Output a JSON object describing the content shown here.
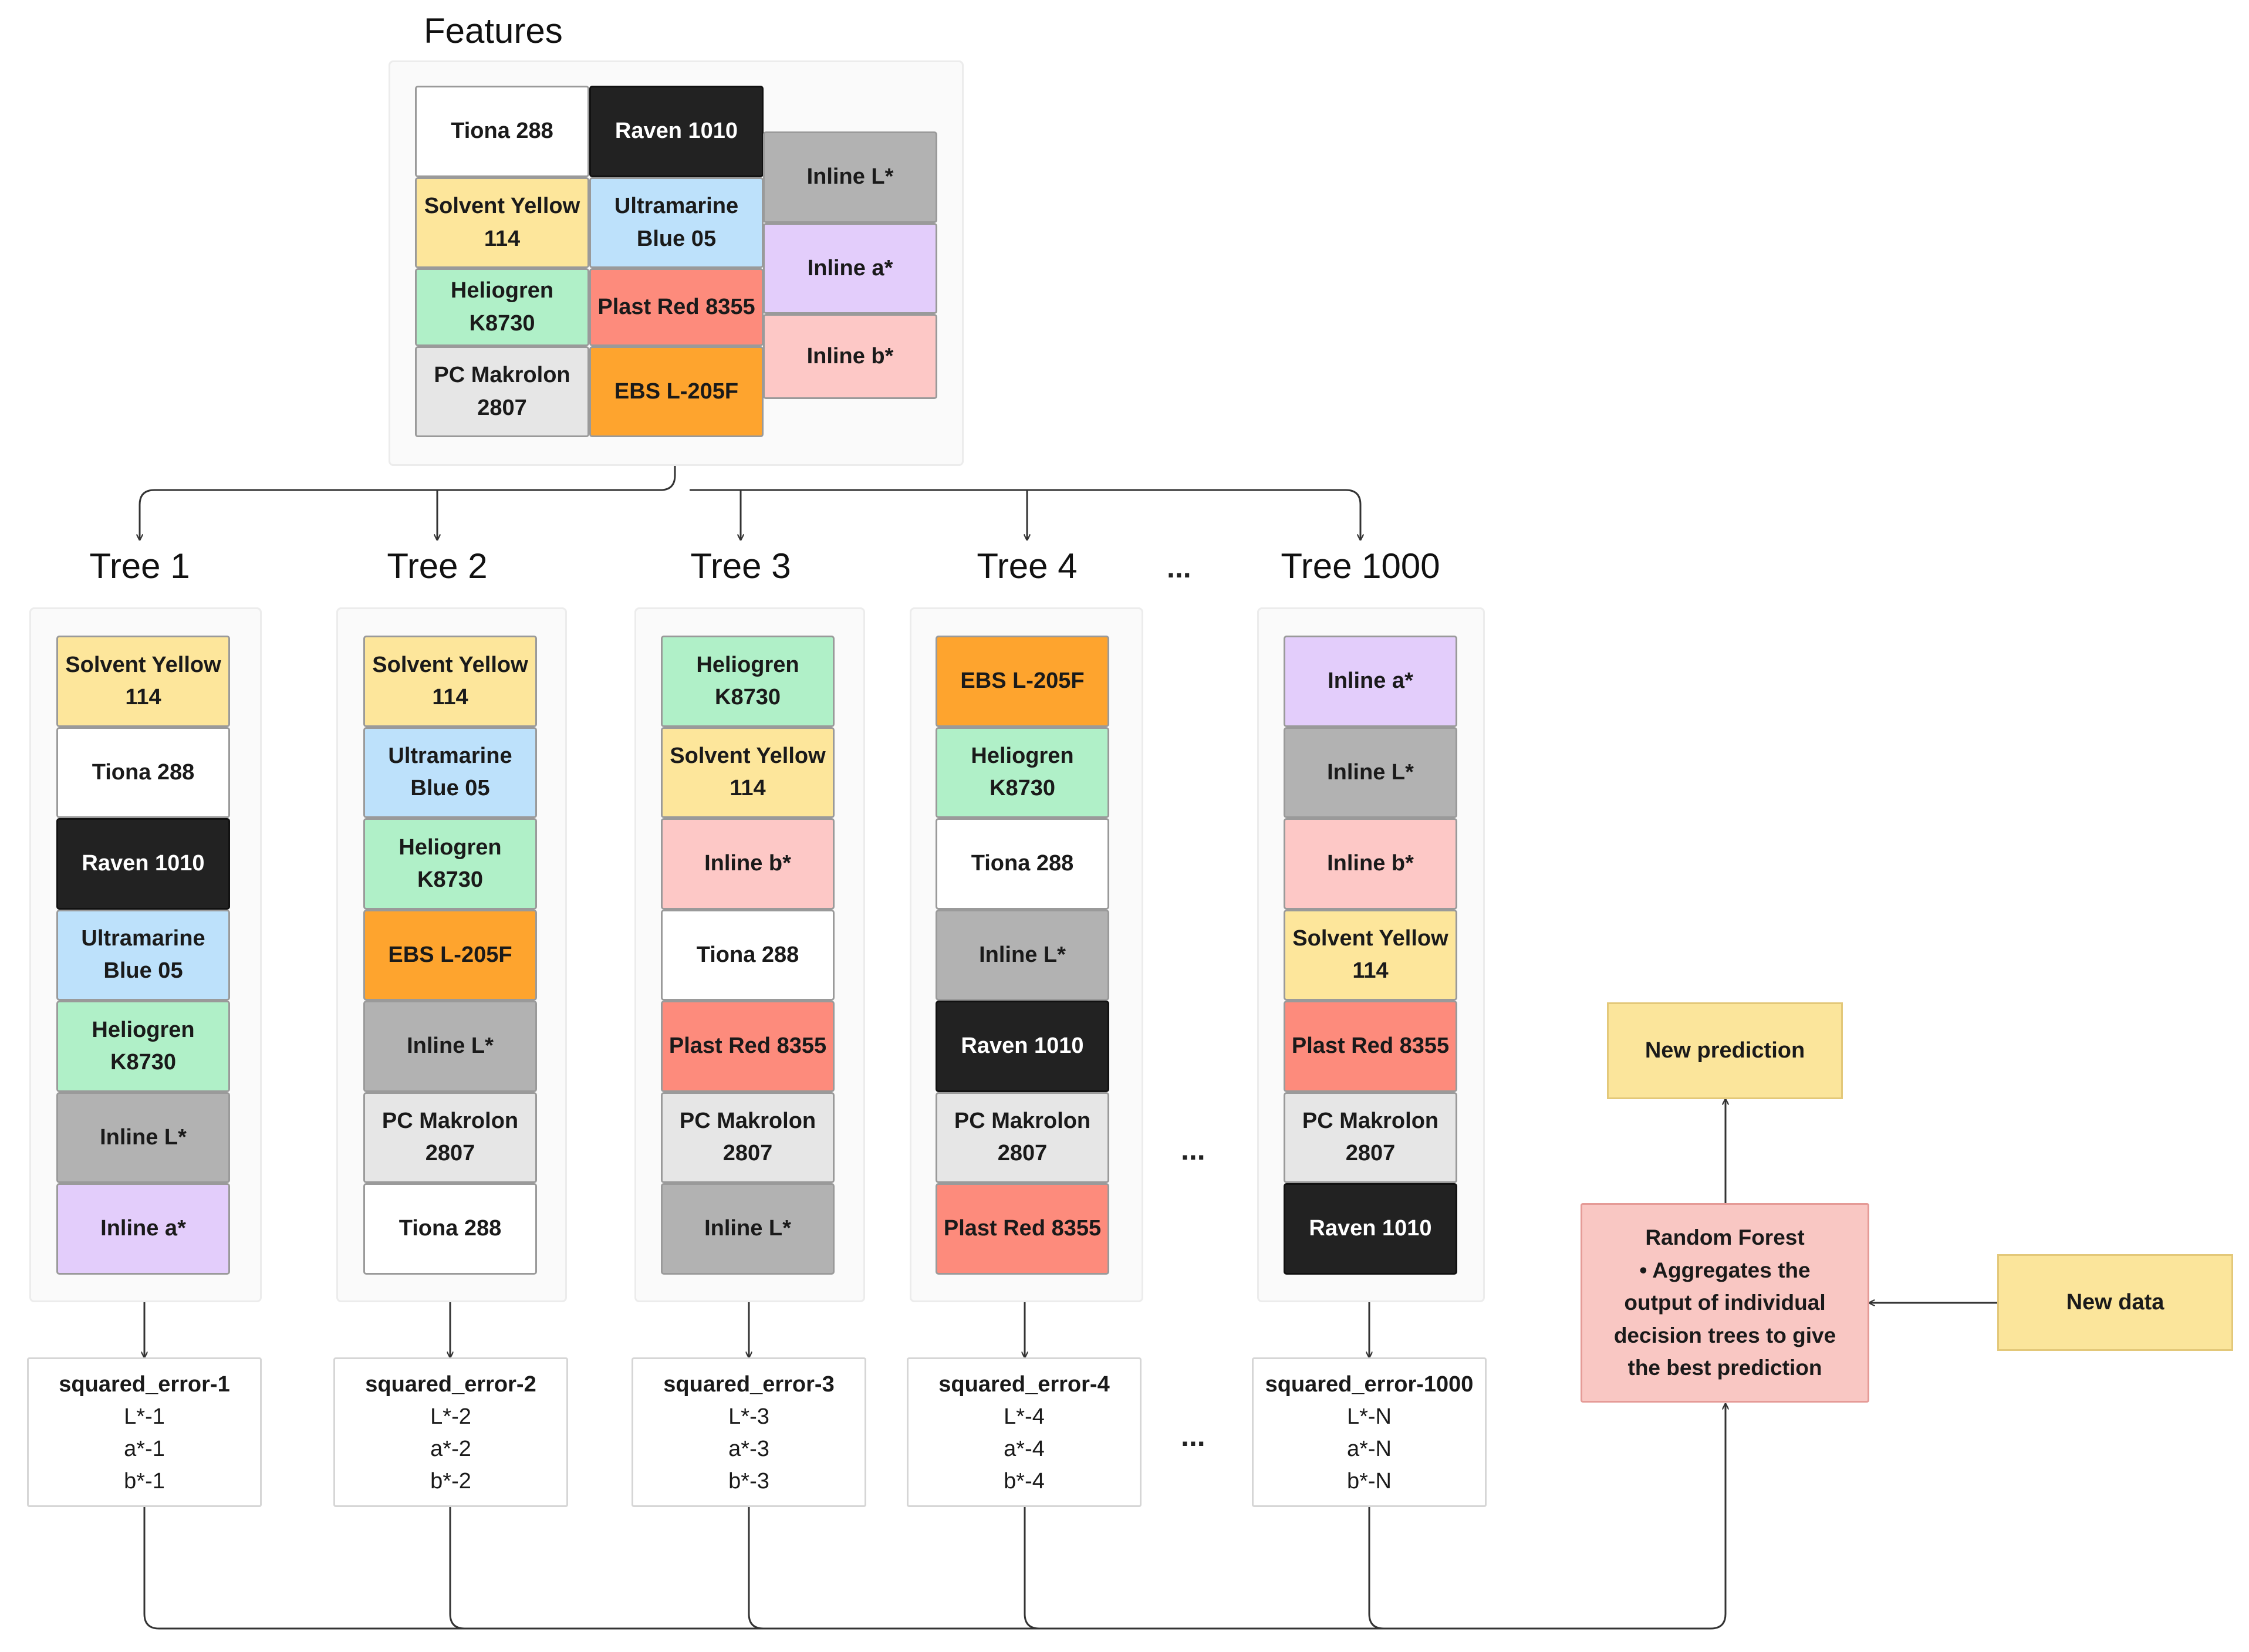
{
  "colors": {
    "Tiona 288": "#ffffff",
    "Raven 1010": "#222222",
    "Solvent Yellow 114": "#fde69b",
    "Ultramarine Blue 05": "#bde1fb",
    "Heliogren K8730": "#b0f0c8",
    "Plast Red 8355": "#fd8b7c",
    "PC Makrolon 2807": "#e6e6e6",
    "EBS L-205F": "#fea42e",
    "Inline L*": "#b2b2b2",
    "Inline a*": "#e3cdfb",
    "Inline b*": "#fdc8c6"
  },
  "features": {
    "title": "Features",
    "col1": [
      "Tiona 288",
      "Solvent Yellow\n114",
      "Heliogren\nK8730",
      "PC Makrolon\n2807"
    ],
    "col2": [
      "Raven 1010",
      "Ultramarine\nBlue 05",
      "Plast Red 8355",
      "EBS L-205F"
    ],
    "col3": [
      "Inline L*",
      "Inline a*",
      "Inline b*"
    ]
  },
  "trees": [
    {
      "title": "Tree 1",
      "items": [
        "Solvent Yellow\n114",
        "Tiona 288",
        "Raven 1010",
        "Ultramarine\nBlue 05",
        "Heliogren\nK8730",
        "Inline L*",
        "Inline a*"
      ],
      "error": [
        "squared_error-1",
        "L*-1",
        "a*-1",
        "b*-1"
      ]
    },
    {
      "title": "Tree 2",
      "items": [
        "Solvent Yellow\n114",
        "Ultramarine\nBlue 05",
        "Heliogren\nK8730",
        "EBS L-205F",
        "Inline L*",
        "PC Makrolon\n2807",
        "Tiona 288"
      ],
      "error": [
        "squared_error-2",
        "L*-2",
        "a*-2",
        "b*-2"
      ]
    },
    {
      "title": "Tree 3",
      "items": [
        "Heliogren\nK8730",
        "Solvent Yellow\n114",
        "Inline b*",
        "Tiona 288",
        "Plast Red 8355",
        "PC Makrolon\n2807",
        "Inline L*"
      ],
      "error": [
        "squared_error-3",
        "L*-3",
        "a*-3",
        "b*-3"
      ]
    },
    {
      "title": "Tree 4",
      "items": [
        "EBS L-205F",
        "Heliogren\nK8730",
        "Tiona 288",
        "Inline L*",
        "Raven 1010",
        "PC Makrolon\n2807",
        "Plast Red 8355"
      ],
      "error": [
        "squared_error-4",
        "L*-4",
        "a*-4",
        "b*-4"
      ]
    },
    {
      "title": "Tree 1000",
      "items": [
        "Inline a*",
        "Inline L*",
        "Inline b*",
        "Solvent Yellow\n114",
        "Plast Red 8355",
        "PC Makrolon\n2807",
        "Raven 1010"
      ],
      "error": [
        "squared_error-1000",
        "L*-N",
        "a*-N",
        "b*-N"
      ]
    }
  ],
  "ellipsis": "...",
  "random_forest": {
    "title": "Random Forest",
    "bullet": "Aggregates the\noutput of individual\ndecision trees to give\nthe best prediction"
  },
  "new_prediction": "New prediction",
  "new_data": "New data"
}
